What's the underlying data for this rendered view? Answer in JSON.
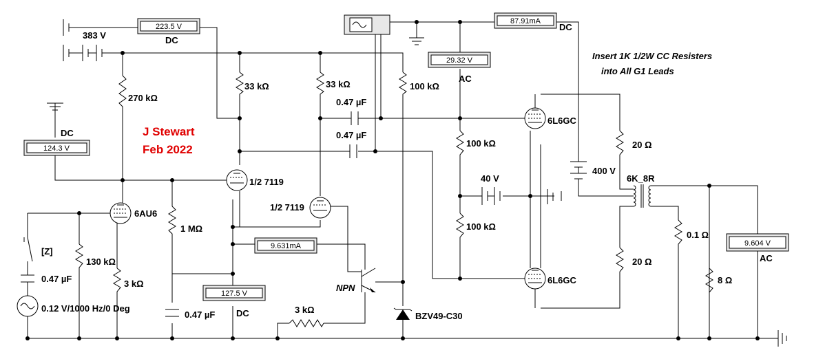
{
  "credit": {
    "author": "J Stewart",
    "date": "Feb 2022"
  },
  "note": {
    "line1": "Insert 1K 1/2W CC Resisters",
    "line2": "into All G1 Leads"
  },
  "meters": [
    {
      "id": "dc-223",
      "value": "223.5",
      "unit": "V",
      "mode": "DC"
    },
    {
      "id": "dc-124",
      "value": "124.3",
      "unit": "V",
      "mode": "DC"
    },
    {
      "id": "ac-29",
      "value": "29.32",
      "unit": "V",
      "mode": "AC"
    },
    {
      "id": "dc-ma-87",
      "value": "87.91m",
      "unit": "A",
      "mode": "DC"
    },
    {
      "id": "ma-9631",
      "value": "9.631m",
      "unit": "A",
      "mode": ""
    },
    {
      "id": "dc-127",
      "value": "127.5",
      "unit": "V",
      "mode": "DC"
    },
    {
      "id": "ac-9604",
      "value": "9.604",
      "unit": "V",
      "mode": "AC"
    }
  ],
  "labels": {
    "supply_383": "383 V",
    "r_270k": "270 kΩ",
    "r_33k_a": "33 kΩ",
    "r_33k_b": "33 kΩ",
    "r_100k_top": "100 kΩ",
    "c_047_a": "0.47 µF",
    "c_047_b": "0.47 µF",
    "tube_6l6_top": "6L6GC",
    "tube_6l6_bot": "6L6GC",
    "r_100k_mid": "100 kΩ",
    "r_100k_low": "100 kΩ",
    "bias_40v": "40 V",
    "r_20_top": "20 Ω",
    "r_20_bot": "20 Ω",
    "supply_400": "400 V",
    "xfmr": "6K_8R",
    "r_01": "0.1 Ω",
    "r_8": "8 Ω",
    "tube_7119_a": "1/2 7119",
    "tube_7119_b": "1/2 7119",
    "r_1m": "1 MΩ",
    "tube_6au6": "6AU6",
    "r_130k": "130 kΩ",
    "r_3k_a": "3 kΩ",
    "c_047_c": "0.47 µF",
    "c_047_d": "0.47 µF",
    "source": "0.12 V/1000 Hz/0 Deg",
    "switch_key": "[Z]",
    "npn": "NPN",
    "r_3k_b": "3 kΩ",
    "zener": "BZV49-C30"
  },
  "icons": {
    "scope": "oscilloscope-icon",
    "ground": "ground-icon",
    "battery": "battery-icon"
  }
}
